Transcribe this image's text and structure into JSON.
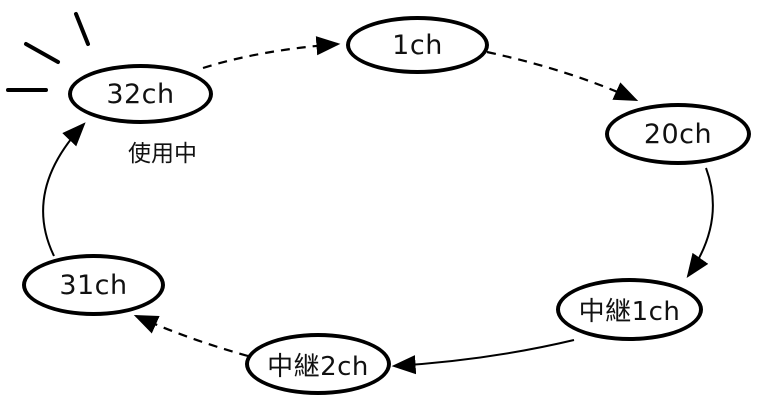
{
  "nodes": {
    "ch32": "32ch",
    "ch1": "1ch",
    "ch20": "20ch",
    "relay1": "中継1ch",
    "relay2": "中継2ch",
    "ch31": "31ch"
  },
  "in_use_label": "使用中"
}
